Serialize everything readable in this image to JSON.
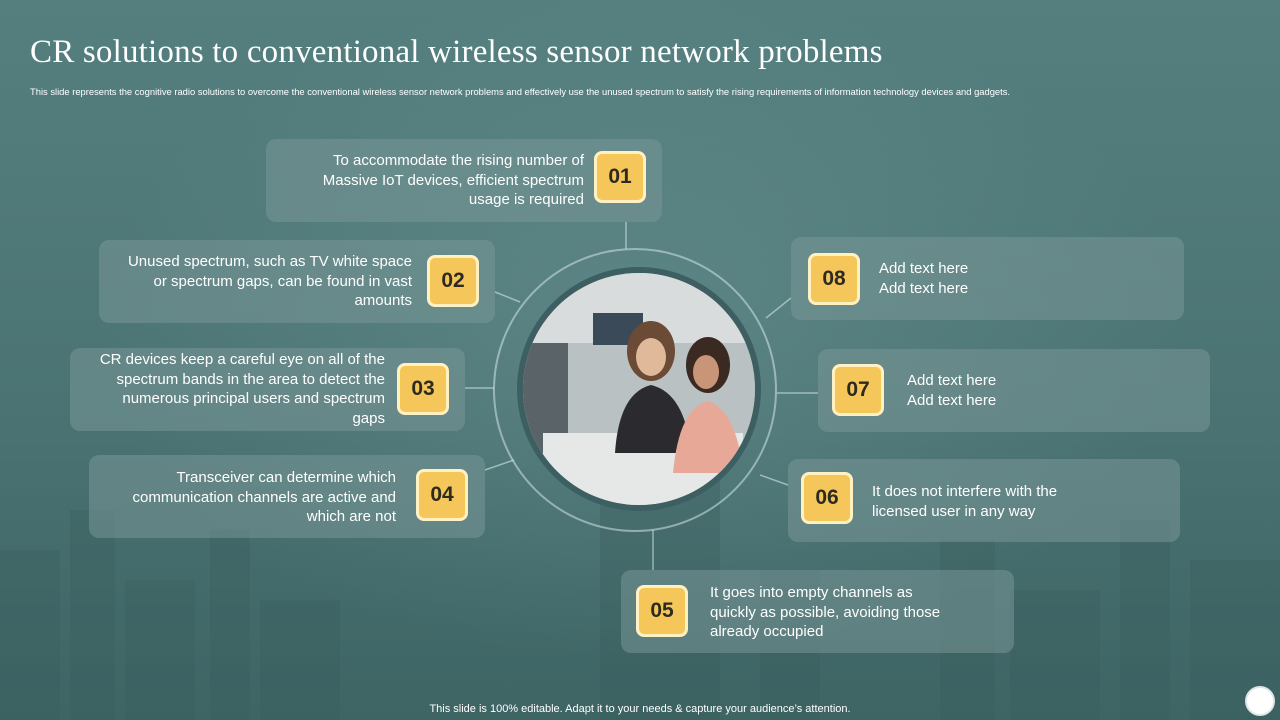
{
  "slide": {
    "title": "CR solutions to conventional wireless sensor network problems",
    "subtitle": "This slide represents the cognitive radio solutions to overcome the conventional wireless sensor network problems and effectively use the unused spectrum to satisfy the rising requirements of information technology devices and gadgets.",
    "footer": "This slide is 100% editable. Adapt it to your needs & capture your audience’s attention."
  },
  "colors": {
    "background": "#4f7878",
    "badge": "#f5c659",
    "card": "#7f9e9e"
  },
  "items": [
    {
      "number": "01",
      "text": "To accommodate the rising number of Massive IoT devices, efficient spectrum usage is required"
    },
    {
      "number": "02",
      "text": "Unused spectrum, such as TV white space or spectrum gaps, can be found in vast amounts"
    },
    {
      "number": "03",
      "text": "CR devices keep a careful eye on all of the spectrum bands in the area to detect the numerous principal users and spectrum gaps"
    },
    {
      "number": "04",
      "text": "Transceiver can determine which communication channels are active and which are not"
    },
    {
      "number": "05",
      "text": "It goes into empty channels as quickly as possible, avoiding those already occupied"
    },
    {
      "number": "06",
      "text": "It does not interfere with the licensed user in any way"
    },
    {
      "number": "07",
      "text": "Add text here Add text here"
    },
    {
      "number": "08",
      "text": "Add text here Add text here"
    }
  ],
  "image": {
    "icon": "meeting-photo"
  }
}
